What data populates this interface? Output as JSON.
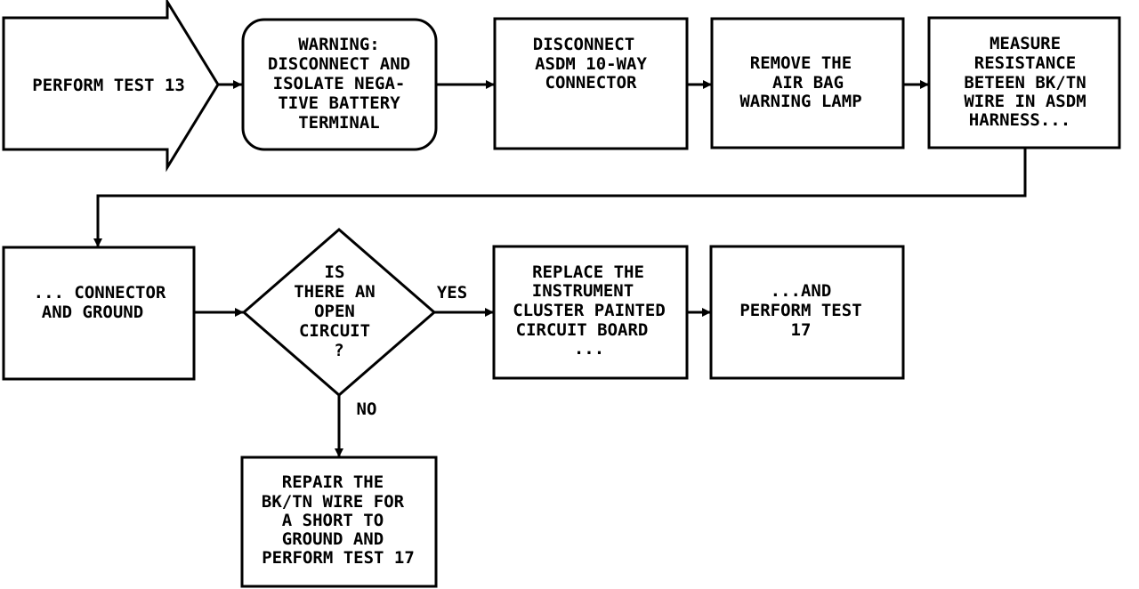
{
  "nodes": {
    "start": {
      "lines": [
        "PERFORM TEST 13"
      ]
    },
    "warning": {
      "lines": [
        "WARNING:",
        "DISCONNECT AND",
        "ISOLATE NEGA-",
        "TIVE BATTERY",
        "TERMINAL"
      ]
    },
    "disconnect": {
      "lines": [
        "DISCONNECT",
        "ASDM 10-WAY",
        "CONNECTOR"
      ]
    },
    "remove_lamp": {
      "lines": [
        "REMOVE THE",
        "AIR BAG",
        "WARNING LAMP"
      ]
    },
    "measure": {
      "lines": [
        "MEASURE",
        "RESISTANCE",
        "BETEEN BK/TN",
        "WIRE IN ASDM",
        "HARNESS..."
      ]
    },
    "connector_ground": {
      "lines": [
        "... CONNECTOR",
        "AND GROUND"
      ]
    },
    "decision": {
      "lines": [
        "IS",
        "THERE AN",
        "OPEN",
        "CIRCUIT",
        "?"
      ]
    },
    "replace_cluster": {
      "lines": [
        "REPLACE THE",
        "INSTRUMENT",
        "CLUSTER PAINTED",
        "CIRCUIT BOARD",
        "..."
      ]
    },
    "perform17": {
      "lines": [
        "...AND",
        "PERFORM TEST",
        "17"
      ]
    },
    "repair": {
      "lines": [
        "REPAIR THE",
        "BK/TN WIRE FOR",
        "A SHORT TO",
        "GROUND AND",
        "PERFORM TEST 17"
      ]
    }
  },
  "edges": {
    "yes_label": "YES",
    "no_label": "NO"
  }
}
